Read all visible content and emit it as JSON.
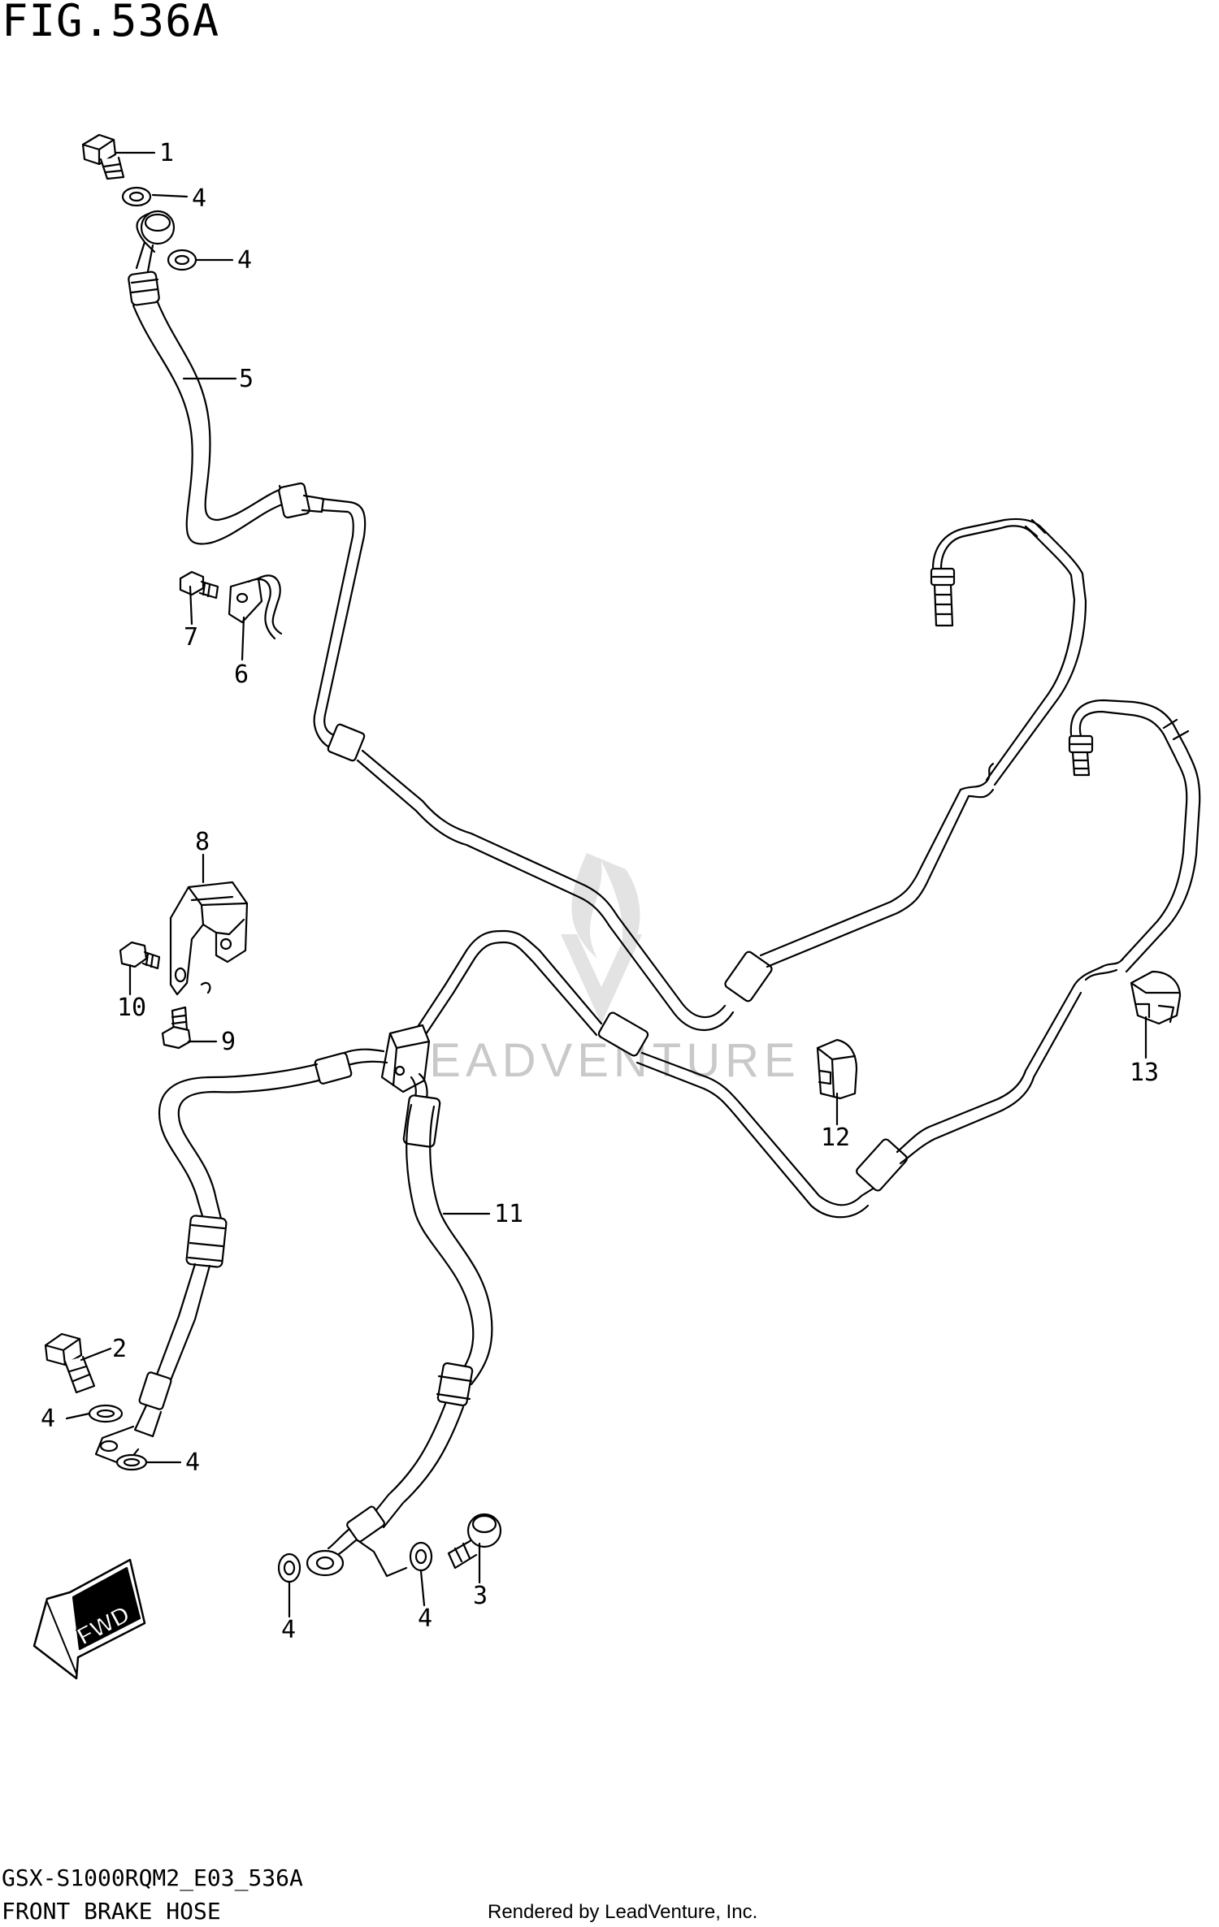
{
  "figure_label": "FIG.536A",
  "model_code": "GSX-S1000RQM2_E03_536A",
  "assembly_name": "FRONT BRAKE HOSE",
  "render_credit": "Rendered by LeadVenture, Inc.",
  "watermark_text": "LEADVENTURE",
  "direction_marker": "FWD",
  "callouts": {
    "c1": "1",
    "c2": "2",
    "c3": "3",
    "c4a": "4",
    "c4b": "4",
    "c4c": "4",
    "c4d": "4",
    "c4e": "4",
    "c4f": "4",
    "c5": "5",
    "c6": "6",
    "c7": "7",
    "c8": "8",
    "c9": "9",
    "c10": "10",
    "c11": "11",
    "c12": "12",
    "c13": "13"
  }
}
